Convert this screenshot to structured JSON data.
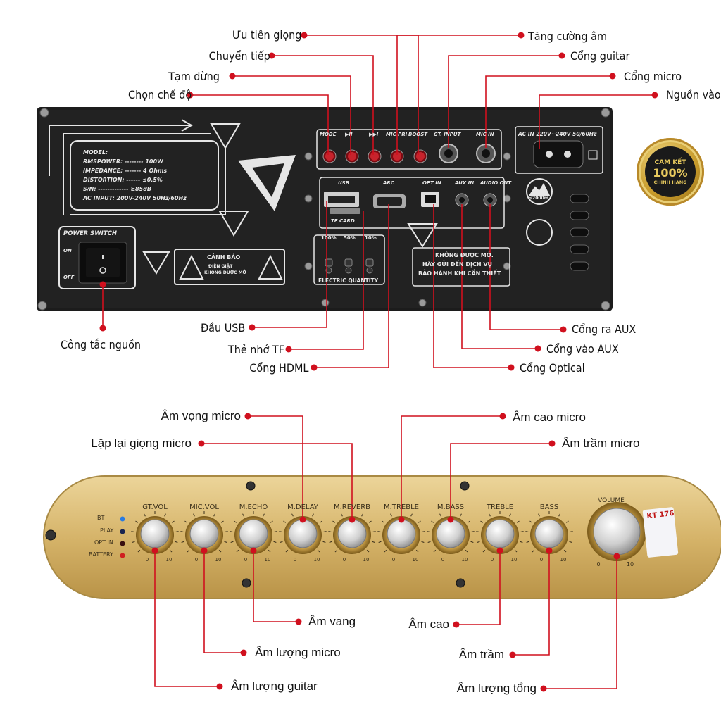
{
  "top_panel": {
    "mode_labels": [
      "MODE",
      "▶II",
      "▶▶I",
      "MIC PRI",
      "BOOST",
      "GT. INPUT",
      "MIC IN"
    ],
    "ac_label": "AC IN 220V~240V 50/60Hz",
    "spec_lines": [
      "MODEL:",
      "RMSPOWER: -------- 100W",
      "IMPEDANCE: ------- 4 Ohms",
      "DISTORTION: ------ ≤0.5%",
      "S/N: ------------- ≥85dB",
      "AC INPUT: 200V-240V  50Hz/60Hz"
    ],
    "power_switch": "POWER SWITCH",
    "on": "ON",
    "off": "OFF",
    "warning_title": "CẢNH BÁO",
    "warning_text_1": "ĐIỆN GIẬT",
    "warning_text_2": "KHÔNG ĐƯỢC MỞ",
    "usb": "USB",
    "arc": "ARC",
    "opt_in": "OPT IN",
    "aux_in": "AUX IN",
    "audio_out": "AUDIO OUT",
    "tf_card": "TF CARD",
    "percent_labels": [
      "100%",
      "50%",
      "10%"
    ],
    "electric_quantity": "ELECTRIC QUANTITY",
    "notice_1": "KHÔNG ĐƯỢC MỞ.",
    "notice_2": "HÃY GỬI ĐẾN DỊCH VỤ",
    "notice_3": "BẢO HÀNH KHI CẦN THIẾT",
    "altitude": "≤2000m"
  },
  "top_callouts": {
    "uu_tien_giong": "Ưu tiên giọng",
    "chuyen_tiep": "Chuyển tiếp",
    "tam_dung": "Tạm dừng",
    "chon_che_do": "Chọn chế độ",
    "tang_cuong_am": "Tăng cường âm",
    "cong_guitar": "Cổng guitar",
    "cong_micro": "Cổng micro",
    "nguon_vao": "Nguồn vào",
    "cong_tac_nguon": "Công tắc nguồn",
    "dau_usb": "Đầu USB",
    "the_nho_tf": "Thẻ nhớ TF",
    "cong_hdml": "Cổng HDML",
    "cong_ra_aux": "Cổng ra AUX",
    "cong_vao_aux": "Cổng vào AUX",
    "cong_optical": "Cổng Optical"
  },
  "badge": {
    "line1": "CAM KẾT",
    "line2": "100%",
    "line3": "CHÍNH HÃNG"
  },
  "bottom_panel": {
    "indicators": [
      "BT",
      "PLAY",
      "OPT IN",
      "BATTERY"
    ],
    "knobs": [
      "GT.VOL",
      "MIC.VOL",
      "M.ECHO",
      "M.DELAY",
      "M.REVERB",
      "M.TREBLE",
      "M.BASS",
      "TREBLE",
      "BASS"
    ],
    "volume": "VOLUME",
    "scale_min": "0",
    "scale_max": "10",
    "sticker": "KT 176"
  },
  "bottom_callouts": {
    "am_vong_micro": "Âm vọng micro",
    "lap_lai_giong_micro": "Lặp lại giọng micro",
    "am_cao_micro": "Âm cao micro",
    "am_tram_micro": "Âm trầm micro",
    "am_vang": "Âm vang",
    "am_luong_micro": "Âm lượng micro",
    "am_luong_guitar": "Âm lượng guitar",
    "am_cao": "Âm cao",
    "am_tram": "Âm trầm",
    "am_luong_tong": "Âm lượng tổng"
  },
  "colors": {
    "callout_red": "#d0101e",
    "panel": "#1c1c1c",
    "gold": "#d9b86a",
    "line_light": "#e6e6e6"
  }
}
